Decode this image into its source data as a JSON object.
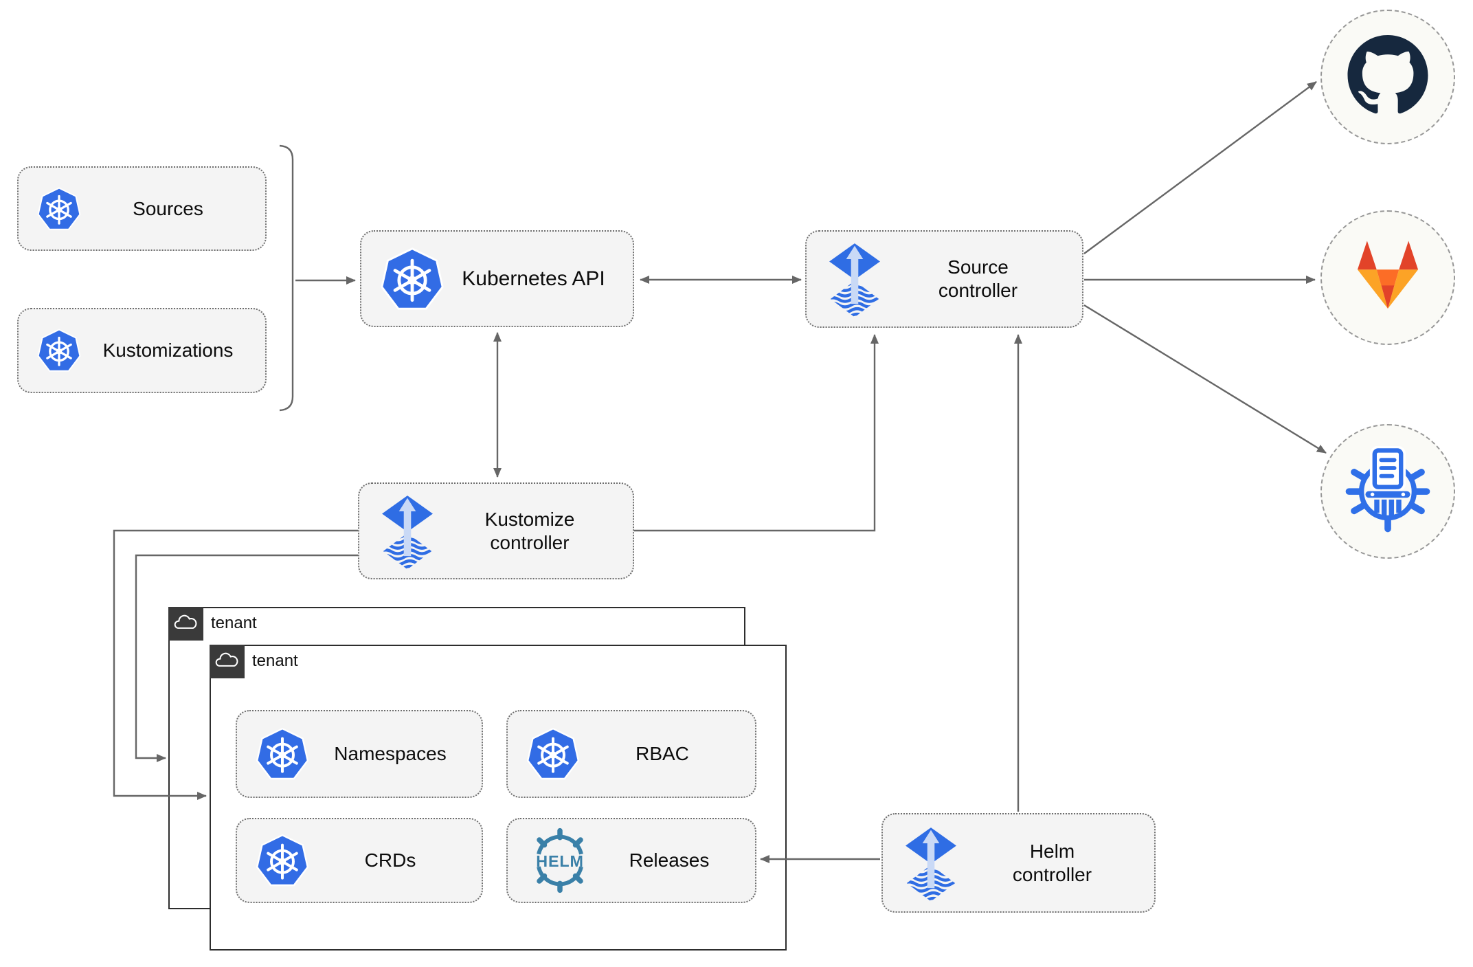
{
  "nodes": {
    "sources": {
      "label": "Sources",
      "icon": "kubernetes-icon"
    },
    "kustomizations": {
      "label": "Kustomizations",
      "icon": "kubernetes-icon"
    },
    "kubernetes_api": {
      "label": "Kubernetes API",
      "icon": "kubernetes-icon"
    },
    "source_controller": {
      "label": "Source controller",
      "icon": "flux-icon"
    },
    "kustomize_controller": {
      "label": "Kustomize controller",
      "icon": "flux-icon"
    },
    "helm_controller": {
      "label": "Helm controller",
      "icon": "flux-icon"
    },
    "namespaces": {
      "label": "Namespaces",
      "icon": "kubernetes-icon"
    },
    "rbac": {
      "label": "RBAC",
      "icon": "kubernetes-icon"
    },
    "crds": {
      "label": "CRDs",
      "icon": "kubernetes-icon"
    },
    "releases": {
      "label": "Releases",
      "icon": "helm-icon",
      "icon_text": "HELM"
    }
  },
  "tenants": {
    "back": {
      "label": "tenant",
      "icon": "cloud-icon"
    },
    "front": {
      "label": "tenant",
      "icon": "cloud-icon"
    }
  },
  "externals": {
    "github": {
      "icon": "github-icon"
    },
    "gitlab": {
      "icon": "gitlab-icon"
    },
    "chart_repo": {
      "icon": "chart-repository-icon"
    }
  },
  "colors": {
    "kubernetes_blue": "#326ce5",
    "flux_blue": "#2f6de4",
    "flux_arrow_light": "#c9d9f6",
    "helm_teal": "#3a80a8",
    "chart_repo_blue": "#2f6fe8",
    "github_dark": "#16283e",
    "gitlab_red": "#e24329",
    "gitlab_orange": "#fc6d26",
    "gitlab_amber": "#fca326",
    "connector_gray": "#666666",
    "node_fill": "#f4f4f4",
    "tenant_tab_dark": "#3a3a3a"
  }
}
